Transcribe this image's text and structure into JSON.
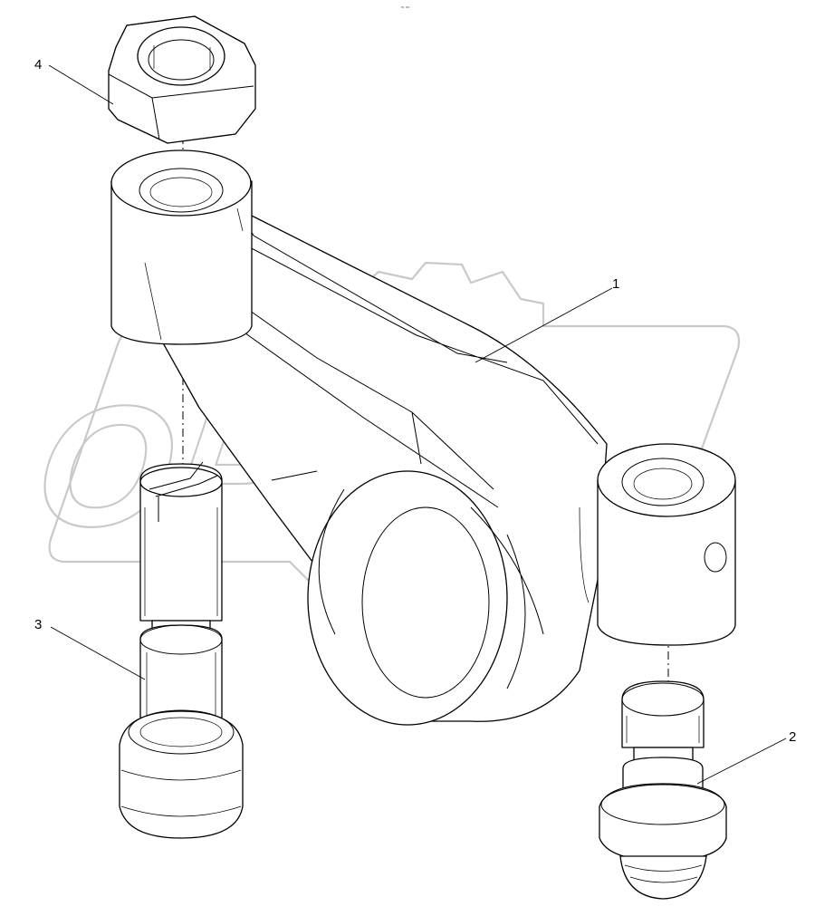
{
  "watermark": {
    "text": "OPEX"
  },
  "top_mark": "≈ ═",
  "callouts": [
    {
      "id": "1",
      "label": "1"
    },
    {
      "id": "2",
      "label": "2"
    },
    {
      "id": "3",
      "label": "3"
    },
    {
      "id": "4",
      "label": "4"
    }
  ]
}
